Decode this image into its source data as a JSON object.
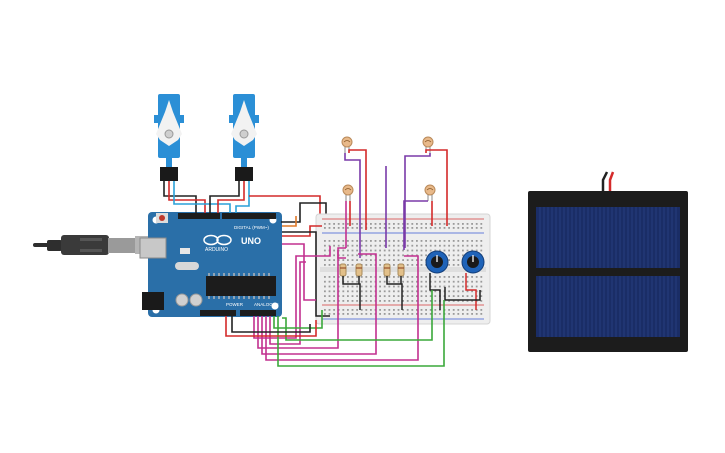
{
  "arduino": {
    "brand_label": "UNO",
    "logo_text": "ARDUINO",
    "digital_header_label": "DIGITAL (PWM~)",
    "power_header_label": "POWER",
    "analog_header_label": "ANALOG IN",
    "board_color": "#2a6fa8",
    "header_color": "#1d1d1d"
  },
  "servos": {
    "count": 2,
    "body_color": "#2b8fd6",
    "horn_color": "#f2f2f2"
  },
  "photoresistors": {
    "count": 4,
    "body_color": "#e8b98a"
  },
  "resistors": {
    "count": 4
  },
  "potentiometers": {
    "count": 2,
    "knob_color": "#1f63b8"
  },
  "breadboard": {
    "color": "#eeeeee"
  },
  "solar_panel": {
    "cell_color": "#1a2d66",
    "frame_color": "#1c1c1c"
  },
  "usb_cable": {
    "color": "#2e2e2e"
  },
  "wire_colors": {
    "red": "#d42a2a",
    "black": "#222222",
    "blue": "#2aa1d8",
    "purple": "#7a3aa8",
    "magenta": "#c2308f",
    "green": "#3aa83a",
    "orange": "#e07a2a"
  }
}
